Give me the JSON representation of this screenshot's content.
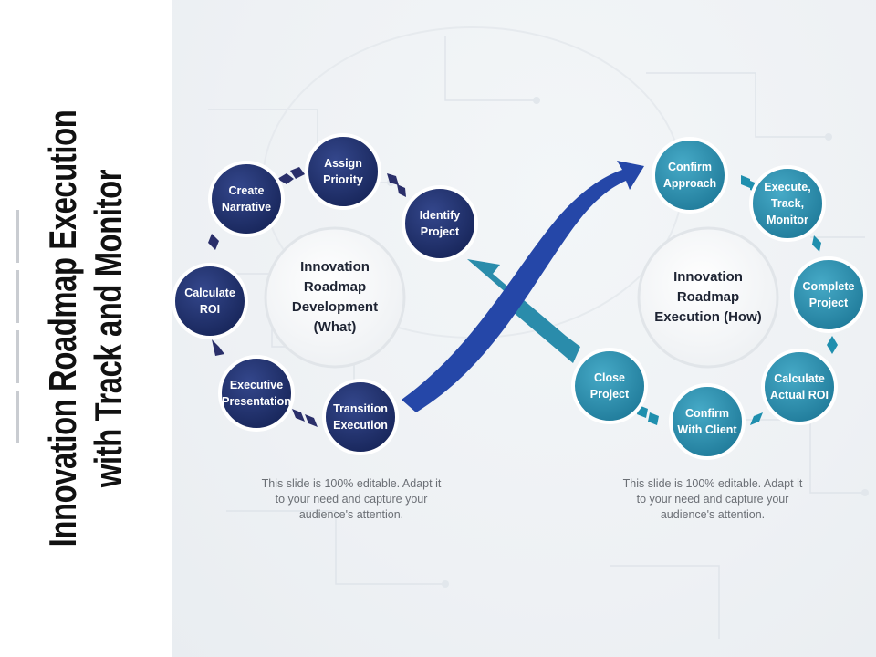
{
  "title": "Innovation Roadmap Execution with Track and Monitor",
  "colors": {
    "navy": "#1f2f6b",
    "navy_dark": "#16245a",
    "teal": "#2b8fae",
    "teal_dark": "#1f6f8c",
    "text_dark": "#1e2433",
    "caption": "#6b6f75"
  },
  "left_cycle": {
    "center": "Innovation Roadmap Development (What)",
    "nodes": [
      {
        "label": "Assign Priority"
      },
      {
        "label": "Identify Project"
      },
      {
        "label": "Transition Execution"
      },
      {
        "label": "Executive Presentation"
      },
      {
        "label": "Calculate ROI"
      },
      {
        "label": "Create Narrative"
      }
    ],
    "caption": "This slide is 100% editable. Adapt it to your need and capture your audience's attention."
  },
  "right_cycle": {
    "center": "Innovation Roadmap Execution (How)",
    "nodes": [
      {
        "label": "Confirm Approach"
      },
      {
        "label": "Execute, Track, Monitor"
      },
      {
        "label": "Complete Project"
      },
      {
        "label": "Calculate Actual ROI"
      },
      {
        "label": "Confirm With Client"
      },
      {
        "label": "Close Project"
      }
    ],
    "caption": "This slide is 100% editable. Adapt it to your need and capture your audience's attention."
  }
}
